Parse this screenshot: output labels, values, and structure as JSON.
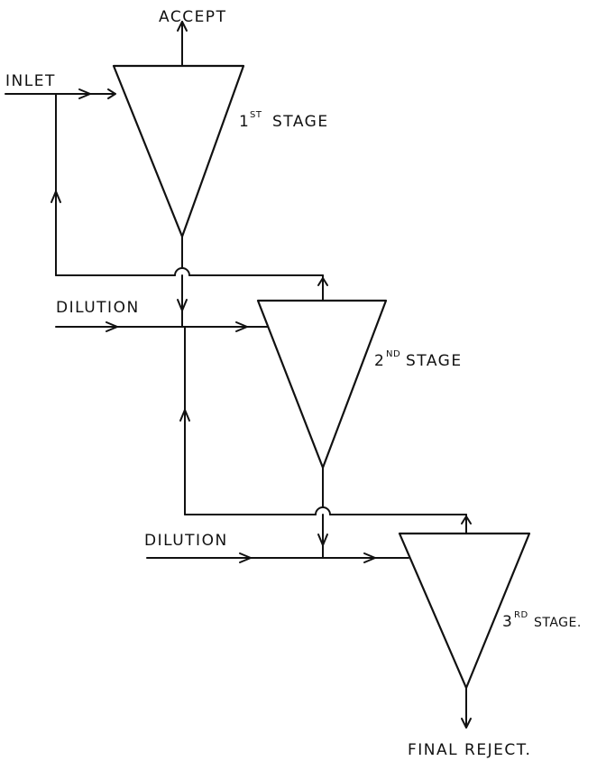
{
  "labels": {
    "accept": "ACCEPT",
    "inlet": "INLET",
    "dilution_1": "DILUTION",
    "dilution_2": "DILUTION",
    "final_reject": "FINAL REJECT."
  },
  "stages": [
    {
      "number": "1",
      "suffix": "ST",
      "name": "STAGE"
    },
    {
      "number": "2",
      "suffix": "ND",
      "name": "STAGE"
    },
    {
      "number": "3",
      "suffix": "RD",
      "name": "STAGE."
    }
  ]
}
